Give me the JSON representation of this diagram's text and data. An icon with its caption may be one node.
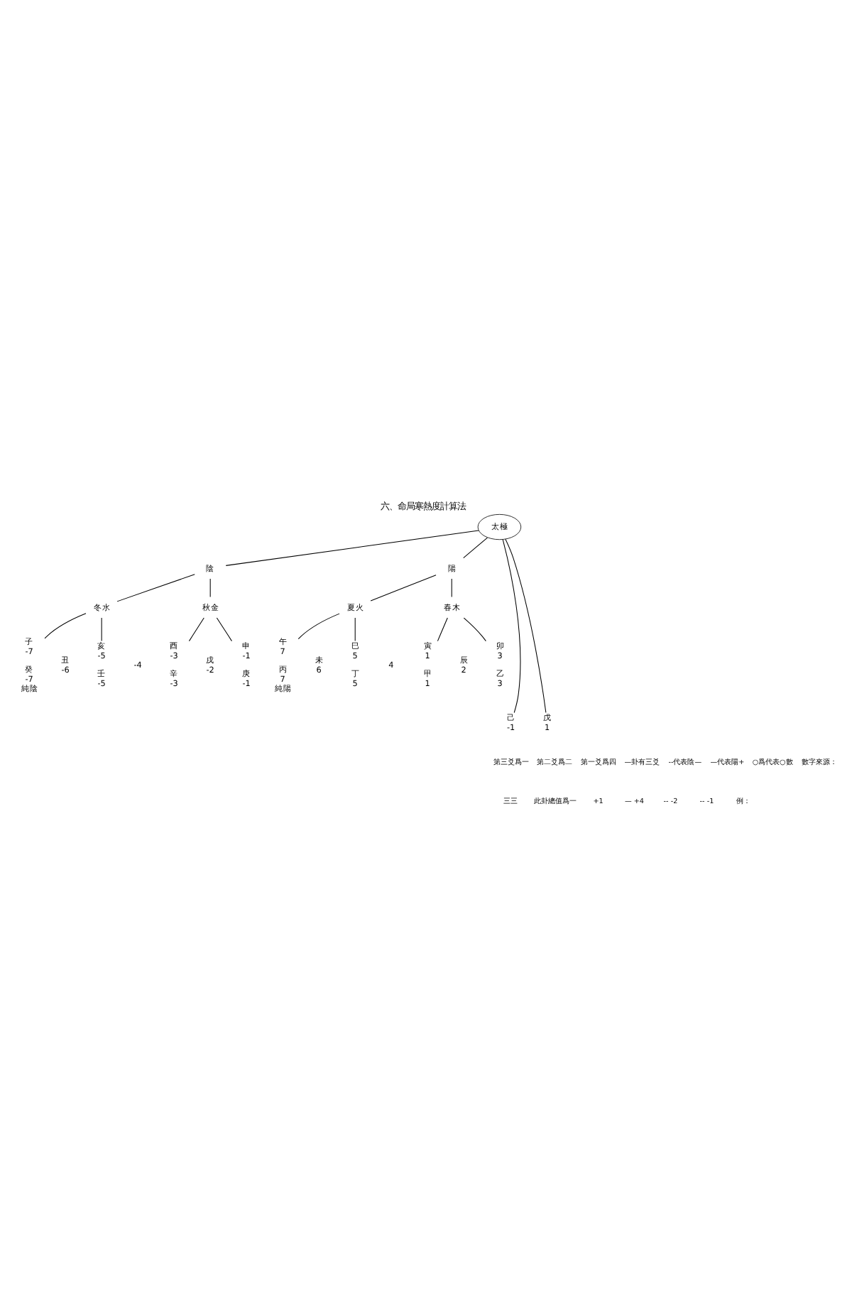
{
  "diagram": {
    "title": "六、命局寒熱度計算法",
    "nodes": [
      {
        "text": [
          "太極"
        ]
      },
      {
        "text": [
          "陰"
        ]
      },
      {
        "text": [
          "陽"
        ]
      },
      {
        "text": [
          "冬水"
        ]
      },
      {
        "text": [
          "秋金"
        ]
      },
      {
        "text": [
          "夏火"
        ]
      },
      {
        "text": [
          "春木"
        ]
      },
      {
        "text": [
          "子",
          "-7"
        ],
        "beside": [
          "癸",
          "-7",
          "純陰"
        ]
      },
      {
        "text": [
          "丑",
          "-6"
        ]
      },
      {
        "text": [
          "亥",
          "-5"
        ],
        "beside": [
          "壬",
          "-5"
        ]
      },
      {
        "text": [
          "-4"
        ]
      },
      {
        "text": [
          "酉",
          "-3"
        ],
        "beside": [
          "辛",
          "-3"
        ]
      },
      {
        "text": [
          "戌",
          "-2"
        ]
      },
      {
        "text": [
          "申",
          "-1"
        ],
        "beside": [
          "庚",
          "-1"
        ]
      },
      {
        "text": [
          "午",
          "7"
        ],
        "beside": [
          "丙",
          "7",
          "純陽"
        ]
      },
      {
        "text": [
          "未",
          "6"
        ]
      },
      {
        "text": [
          "巳",
          "5"
        ],
        "beside": [
          "丁",
          "5"
        ]
      },
      {
        "text": [
          "4"
        ]
      },
      {
        "text": [
          "寅",
          "1"
        ],
        "beside": [
          "甲",
          "1"
        ]
      },
      {
        "text": [
          "辰",
          "2"
        ]
      },
      {
        "text": [
          "卯",
          "3"
        ],
        "beside": [
          "乙",
          "3"
        ]
      },
      {
        "text": [
          "己",
          "-1"
        ]
      },
      {
        "text": [
          "戊",
          "1"
        ]
      }
    ],
    "edges": [
      {
        "from": 0,
        "to": 1,
        "arrow": "none"
      },
      {
        "from": 0,
        "to": 2,
        "arrow": "none"
      },
      {
        "from": 1,
        "to": 3,
        "arrow": "none"
      },
      {
        "from": 1,
        "to": 4,
        "arrow": "none"
      },
      {
        "from": 2,
        "to": 5,
        "arrow": "none"
      },
      {
        "from": 2,
        "to": 6,
        "arrow": "none"
      },
      {
        "from": 3,
        "to": 7,
        "arrow": "none"
      },
      {
        "from": 3,
        "to": 9,
        "arrow": "none"
      },
      {
        "from": 4,
        "to": 11,
        "arrow": "none"
      },
      {
        "from": 4,
        "to": 13,
        "arrow": "none"
      },
      {
        "from": 5,
        "to": 14,
        "arrow": "none"
      },
      {
        "from": 5,
        "to": 16,
        "arrow": "none"
      },
      {
        "from": 6,
        "to": 18,
        "arrow": "none"
      },
      {
        "from": 6,
        "to": 20,
        "arrow": "none"
      },
      {
        "from": 0,
        "to": 21,
        "arrow": "none"
      },
      {
        "from": 0,
        "to": 22,
        "arrow": "none"
      }
    ],
    "labels": [
      "數字來源：",
      "○爲代表○數",
      "—代表陽+",
      "--代表陰—",
      "—卦有三爻",
      "第一爻爲四",
      "第二爻爲二",
      "第三爻爲一",
      "例：",
      "-- -1",
      "-- -2",
      "— +4",
      "+1",
      "此卦總值爲一",
      "三三"
    ]
  }
}
